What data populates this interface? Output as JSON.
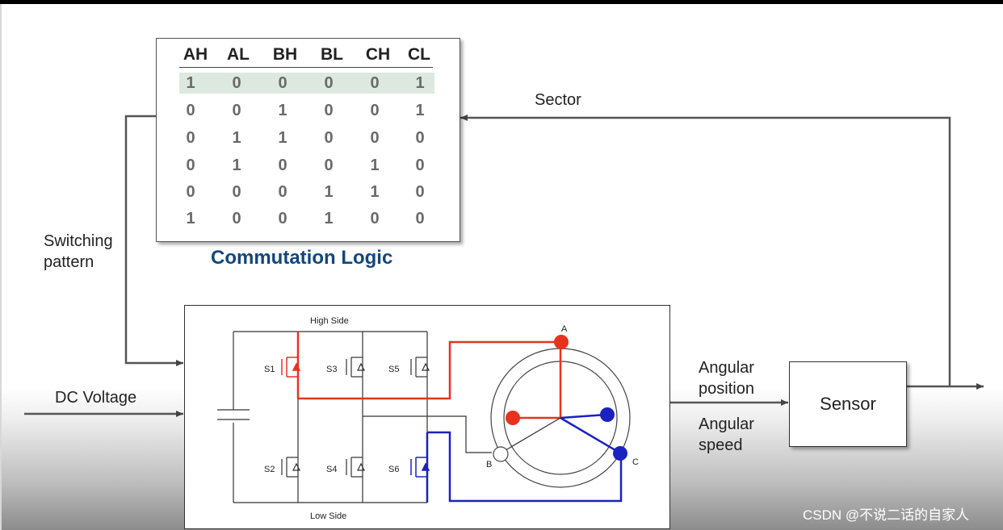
{
  "commutation_table": {
    "headers": [
      "AH",
      "AL",
      "BH",
      "BL",
      "CH",
      "CL"
    ],
    "rows": [
      [
        "1",
        "0",
        "0",
        "0",
        "0",
        "1"
      ],
      [
        "0",
        "0",
        "1",
        "0",
        "0",
        "1"
      ],
      [
        "0",
        "1",
        "1",
        "0",
        "0",
        "0"
      ],
      [
        "0",
        "1",
        "0",
        "0",
        "1",
        "0"
      ],
      [
        "0",
        "0",
        "0",
        "1",
        "1",
        "0"
      ],
      [
        "1",
        "0",
        "0",
        "1",
        "0",
        "0"
      ]
    ],
    "highlighted_row": 0,
    "highlight_color": "#dde9df"
  },
  "title": "Commutation Logic",
  "title_color": "#14467d",
  "labels": {
    "sector": "Sector",
    "switching_line1": "Switching",
    "switching_line2": "pattern",
    "dc_voltage": "DC Voltage",
    "angular_position_line1": "Angular",
    "angular_position_line2": "position",
    "angular_speed_line1": "Angular",
    "angular_speed_line2": "speed"
  },
  "sensor": {
    "label": "Sensor"
  },
  "inverter": {
    "high_side": "High Side",
    "low_side": "Low Side",
    "switches": [
      "S1",
      "S3",
      "S5",
      "S2",
      "S4",
      "S6"
    ],
    "phases": [
      "A",
      "B",
      "C"
    ],
    "active_high_color": "#e8321e",
    "active_low_color": "#1a22c0"
  },
  "watermark": "CSDN @不说二话的自家人"
}
